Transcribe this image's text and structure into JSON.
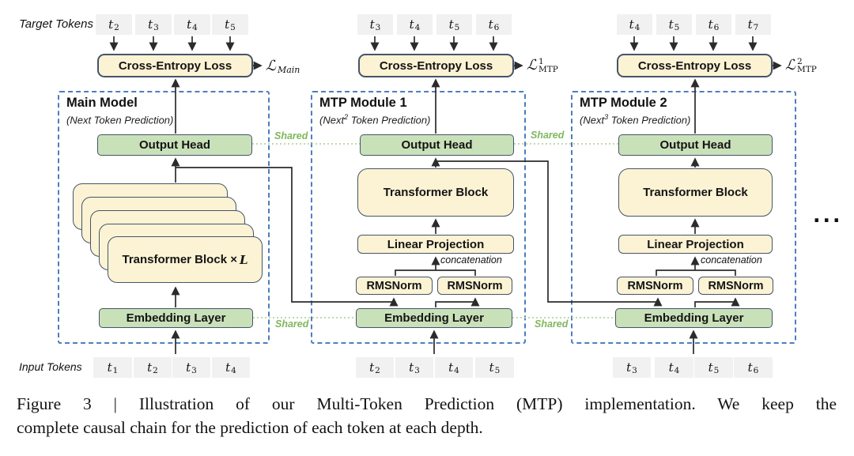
{
  "labels": {
    "target_tokens_row": "Target Tokens",
    "input_tokens_row": "Input Tokens",
    "shared": "Shared",
    "concatenation": "concatenation",
    "ellipsis": "...",
    "cross_entropy_loss": "Cross-Entropy Loss",
    "output_head": "Output Head",
    "embedding_layer": "Embedding Layer",
    "transformer_block": "Transformer Block",
    "transformer_block_stack_prefix": "Transformer Block ×",
    "transformer_block_stack_var": "L",
    "linear_projection": "Linear Projection",
    "rmsnorm": "RMSNorm"
  },
  "modules": [
    {
      "title": "Main Model",
      "subtitle_pre": "(Next",
      "subtitle_sup": "",
      "subtitle_post": " Token Prediction)",
      "loss_script": "ℒ",
      "loss_sup": "",
      "loss_sub": "Main",
      "target_tokens": [
        {
          "b": "t",
          "s": "2"
        },
        {
          "b": "t",
          "s": "3"
        },
        {
          "b": "t",
          "s": "4"
        },
        {
          "b": "t",
          "s": "5"
        }
      ],
      "input_tokens": [
        {
          "b": "t",
          "s": "1"
        },
        {
          "b": "t",
          "s": "2"
        },
        {
          "b": "t",
          "s": "3"
        },
        {
          "b": "t",
          "s": "4"
        }
      ]
    },
    {
      "title": "MTP Module 1",
      "subtitle_pre": "(Next",
      "subtitle_sup": "2",
      "subtitle_post": " Token Prediction)",
      "loss_script": "ℒ",
      "loss_sup": "1",
      "loss_sub": "MTP",
      "target_tokens": [
        {
          "b": "t",
          "s": "3"
        },
        {
          "b": "t",
          "s": "4"
        },
        {
          "b": "t",
          "s": "5"
        },
        {
          "b": "t",
          "s": "6"
        }
      ],
      "input_tokens": [
        {
          "b": "t",
          "s": "2"
        },
        {
          "b": "t",
          "s": "3"
        },
        {
          "b": "t",
          "s": "4"
        },
        {
          "b": "t",
          "s": "5"
        }
      ]
    },
    {
      "title": "MTP Module 2",
      "subtitle_pre": "(Next",
      "subtitle_sup": "3",
      "subtitle_post": " Token Prediction)",
      "loss_script": "ℒ",
      "loss_sup": "2",
      "loss_sub": "MTP",
      "target_tokens": [
        {
          "b": "t",
          "s": "4"
        },
        {
          "b": "t",
          "s": "5"
        },
        {
          "b": "t",
          "s": "6"
        },
        {
          "b": "t",
          "s": "7"
        }
      ],
      "input_tokens": [
        {
          "b": "t",
          "s": "3"
        },
        {
          "b": "t",
          "s": "4"
        },
        {
          "b": "t",
          "s": "5"
        },
        {
          "b": "t",
          "s": "6"
        }
      ]
    }
  ],
  "caption": {
    "line1": "Figure 3 | Illustration of our Multi-Token Prediction (MTP) implementation.  We keep the",
    "line2": "complete causal chain for the prediction of each token at each depth."
  },
  "colors": {
    "box_fill_cream": "#FCF3D4",
    "box_fill_green": "#C9E1B9",
    "box_border": "#44546A",
    "token_fill": "#F1F1F1",
    "module_dash_blue": "#4D7EBF",
    "shared_green": "#7FB75D",
    "shared_dotted_green": "#B5D69E",
    "arrow_black": "#2B2B2B"
  }
}
